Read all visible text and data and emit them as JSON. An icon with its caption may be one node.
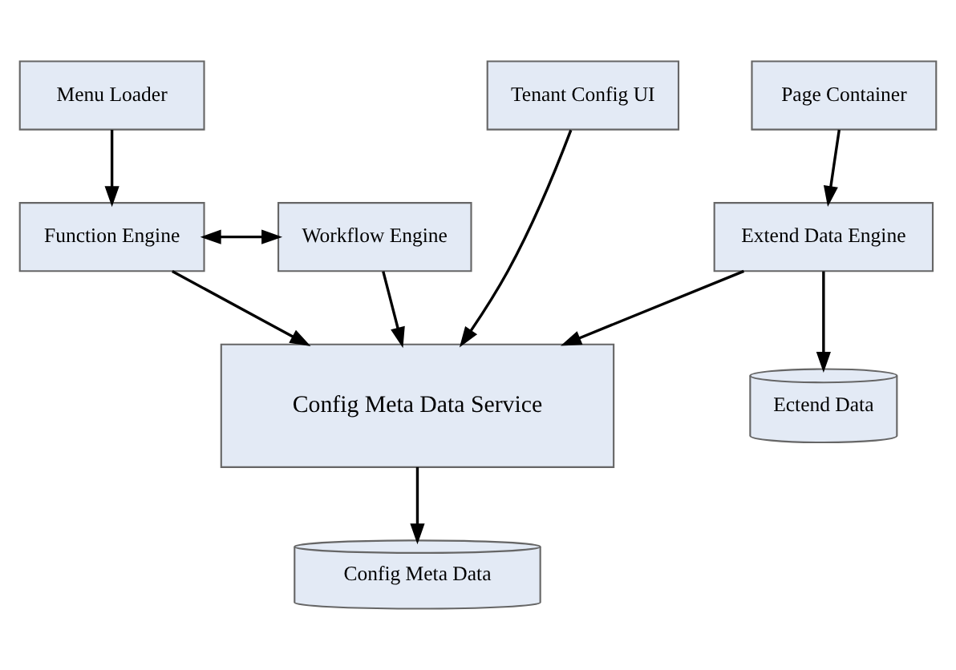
{
  "diagram": {
    "nodes": [
      {
        "text": [
          "Menu Loader"
        ]
      },
      {
        "text": [
          "Page Container"
        ]
      },
      {
        "text": [
          "Tenant Config UI"
        ]
      },
      {
        "text": [
          "Function Engine"
        ]
      },
      {
        "text": [
          "Extend Data Engine"
        ]
      },
      {
        "text": [
          "Workflow Engine"
        ]
      },
      {
        "text": [
          "Ectend Data"
        ]
      },
      {
        "text": [
          "Config Meta Data Service"
        ]
      },
      {
        "text": [
          "Config Meta Data"
        ]
      }
    ],
    "edges": [
      {
        "from": 0,
        "to": 3,
        "arrow": "to"
      },
      {
        "from": 1,
        "to": 4,
        "arrow": "to"
      },
      {
        "from": 3,
        "to": 5,
        "arrow": "both"
      },
      {
        "from": 4,
        "to": 6,
        "arrow": "to"
      },
      {
        "from": 2,
        "to": 7,
        "arrow": "to"
      },
      {
        "from": 3,
        "to": 7,
        "arrow": "to"
      },
      {
        "from": 4,
        "to": 7,
        "arrow": "to"
      },
      {
        "from": 5,
        "to": 7,
        "arrow": "to"
      },
      {
        "from": 7,
        "to": 8,
        "arrow": "to"
      }
    ]
  }
}
